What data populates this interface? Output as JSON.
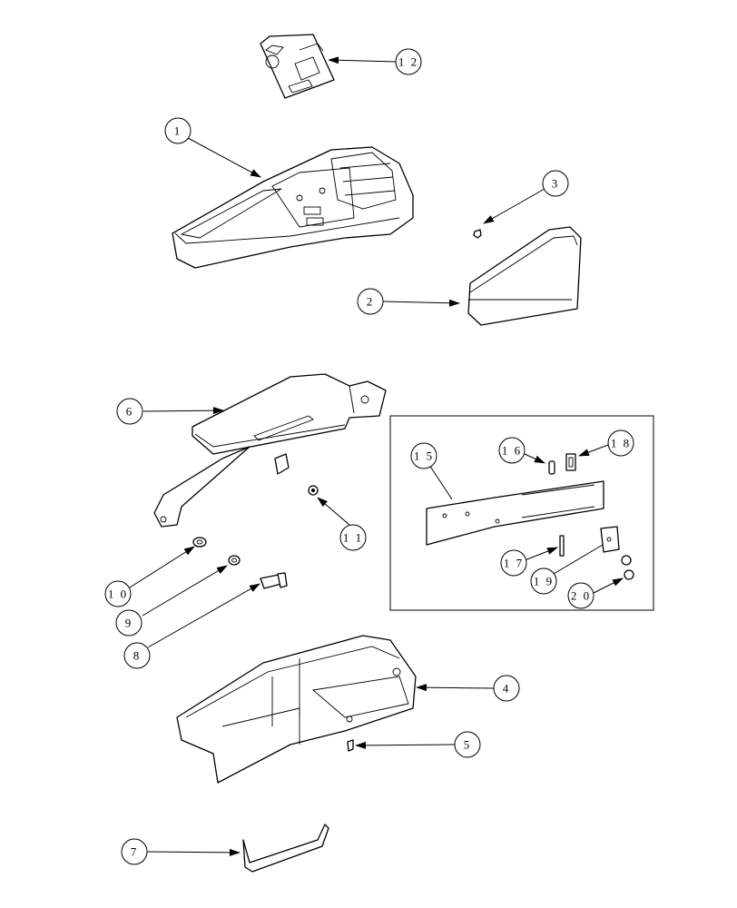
{
  "diagram": {
    "type": "exploded-parts-diagram",
    "callouts": [
      {
        "id": "c12",
        "label": "1 2"
      },
      {
        "id": "c1",
        "label": "1"
      },
      {
        "id": "c3",
        "label": "3"
      },
      {
        "id": "c2",
        "label": "2"
      },
      {
        "id": "c6",
        "label": "6"
      },
      {
        "id": "c11",
        "label": "1 1"
      },
      {
        "id": "c10",
        "label": "1 0"
      },
      {
        "id": "c9",
        "label": "9"
      },
      {
        "id": "c8",
        "label": "8"
      },
      {
        "id": "c15",
        "label": "1 5"
      },
      {
        "id": "c16",
        "label": "1 6"
      },
      {
        "id": "c18",
        "label": "1 8"
      },
      {
        "id": "c17",
        "label": "1 7"
      },
      {
        "id": "c19",
        "label": "1 9"
      },
      {
        "id": "c20",
        "label": "2 0"
      },
      {
        "id": "c4",
        "label": "4"
      },
      {
        "id": "c5",
        "label": "5"
      },
      {
        "id": "c7",
        "label": "7"
      }
    ]
  },
  "colors": {
    "line": "#000000",
    "background": "#ffffff"
  }
}
